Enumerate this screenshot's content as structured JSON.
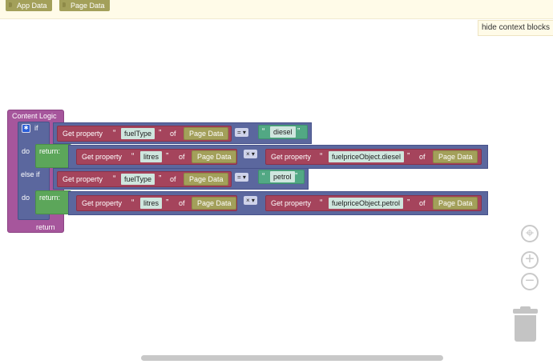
{
  "toolbar": {
    "app_data_tab": "App Data",
    "page_data_tab": "Page Data",
    "hide_context_blocks": "hide context blocks"
  },
  "workspace": {
    "content_logic": "Content Logic",
    "kw_if": "if",
    "kw_do": "do",
    "kw_else_if": "else if",
    "kw_do2": "do",
    "kw_return_bottom": "return",
    "quote_open": "“",
    "quote_close": "”",
    "branch1": {
      "condition": {
        "get_property": "Get property",
        "property": "fuelType",
        "of": "of",
        "source": "Page Data",
        "operator": "=",
        "value": "diesel"
      },
      "return_label": "return:",
      "left": {
        "get_property": "Get property",
        "property": "litres",
        "of": "of",
        "source": "Page Data"
      },
      "operator": "×",
      "right": {
        "get_property": "Get property",
        "property": "fuelpriceObject.diesel",
        "of": "of",
        "source": "Page Data"
      }
    },
    "branch2": {
      "condition": {
        "get_property": "Get property",
        "property": "fuelType",
        "of": "of",
        "source": "Page Data",
        "operator": "=",
        "value": "petrol"
      },
      "return_label": "return:",
      "left": {
        "get_property": "Get property",
        "property": "litres",
        "of": "of",
        "source": "Page Data"
      },
      "operator": "×",
      "right": {
        "get_property": "Get property",
        "property": "fuelpriceObject.petrol",
        "of": "of",
        "source": "Page Data"
      }
    }
  },
  "controls": {
    "recenter_icon": "⌖",
    "zoom_in_icon": "+",
    "zoom_out_icon": "−"
  }
}
